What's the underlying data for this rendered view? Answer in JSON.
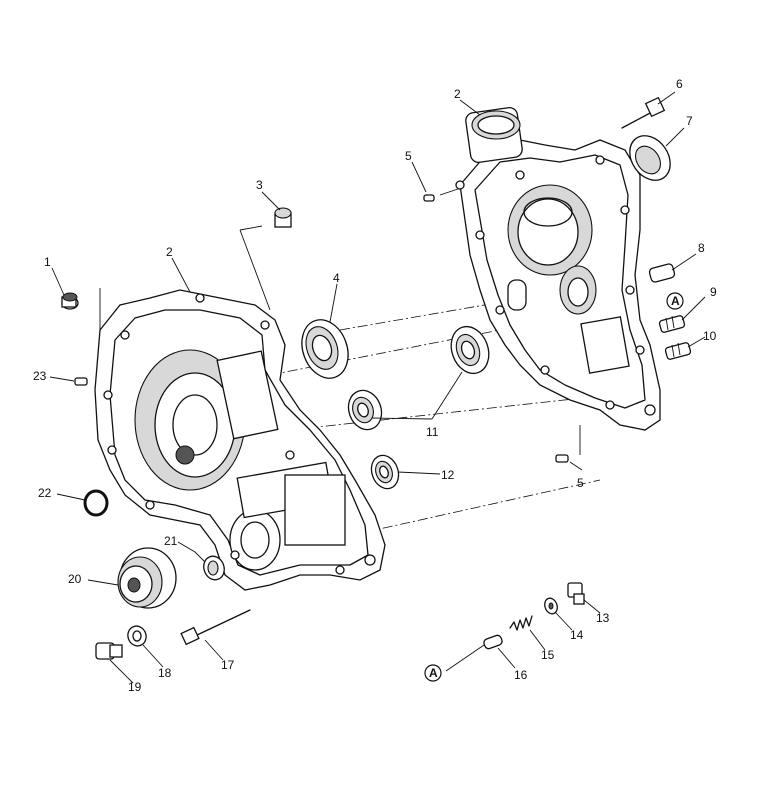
{
  "callouts": {
    "c1": "1",
    "c2a": "2",
    "c2b": "2",
    "c3": "3",
    "c4": "4",
    "c5a": "5",
    "c5b": "5",
    "c6": "6",
    "c7": "7",
    "c8": "8",
    "c9": "9",
    "c10": "10",
    "c11": "11",
    "c12": "12",
    "c13": "13",
    "c14": "14",
    "c15": "15",
    "c16": "16",
    "c17": "17",
    "c18": "18",
    "c19": "19",
    "c20": "20",
    "c21": "21",
    "c22": "22",
    "c23": "23"
  },
  "reference_marks": {
    "upper": "A",
    "lower": "A"
  }
}
